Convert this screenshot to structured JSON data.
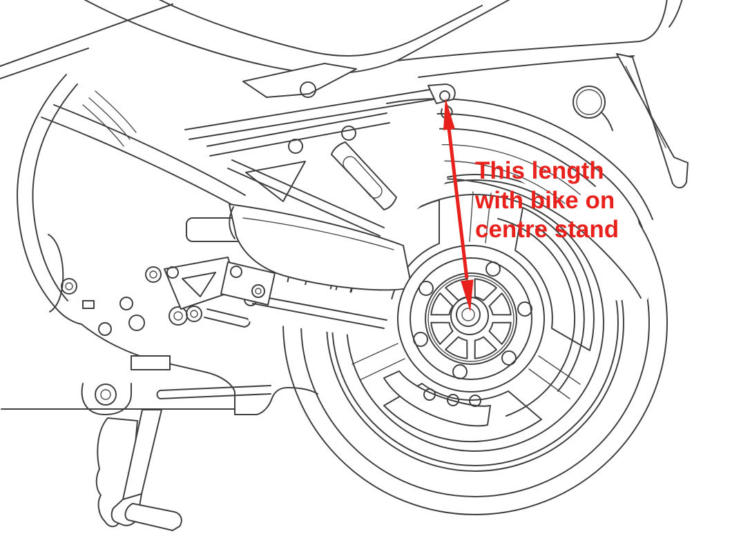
{
  "figure": {
    "description": "Black-and-white line drawing of a motorcycle rear section (left side view) standing on its centre stand, rear wheel with single-sided swingarm final-drive hub",
    "background_color": "#ffffff",
    "line_color": "#3e3e3e"
  },
  "annotation": {
    "color": "#e8211c",
    "lines": [
      "This length",
      "with bike on",
      "centre stand"
    ],
    "arrow_from": "subframe bolt hole",
    "arrow_to": "rear axle centre"
  }
}
